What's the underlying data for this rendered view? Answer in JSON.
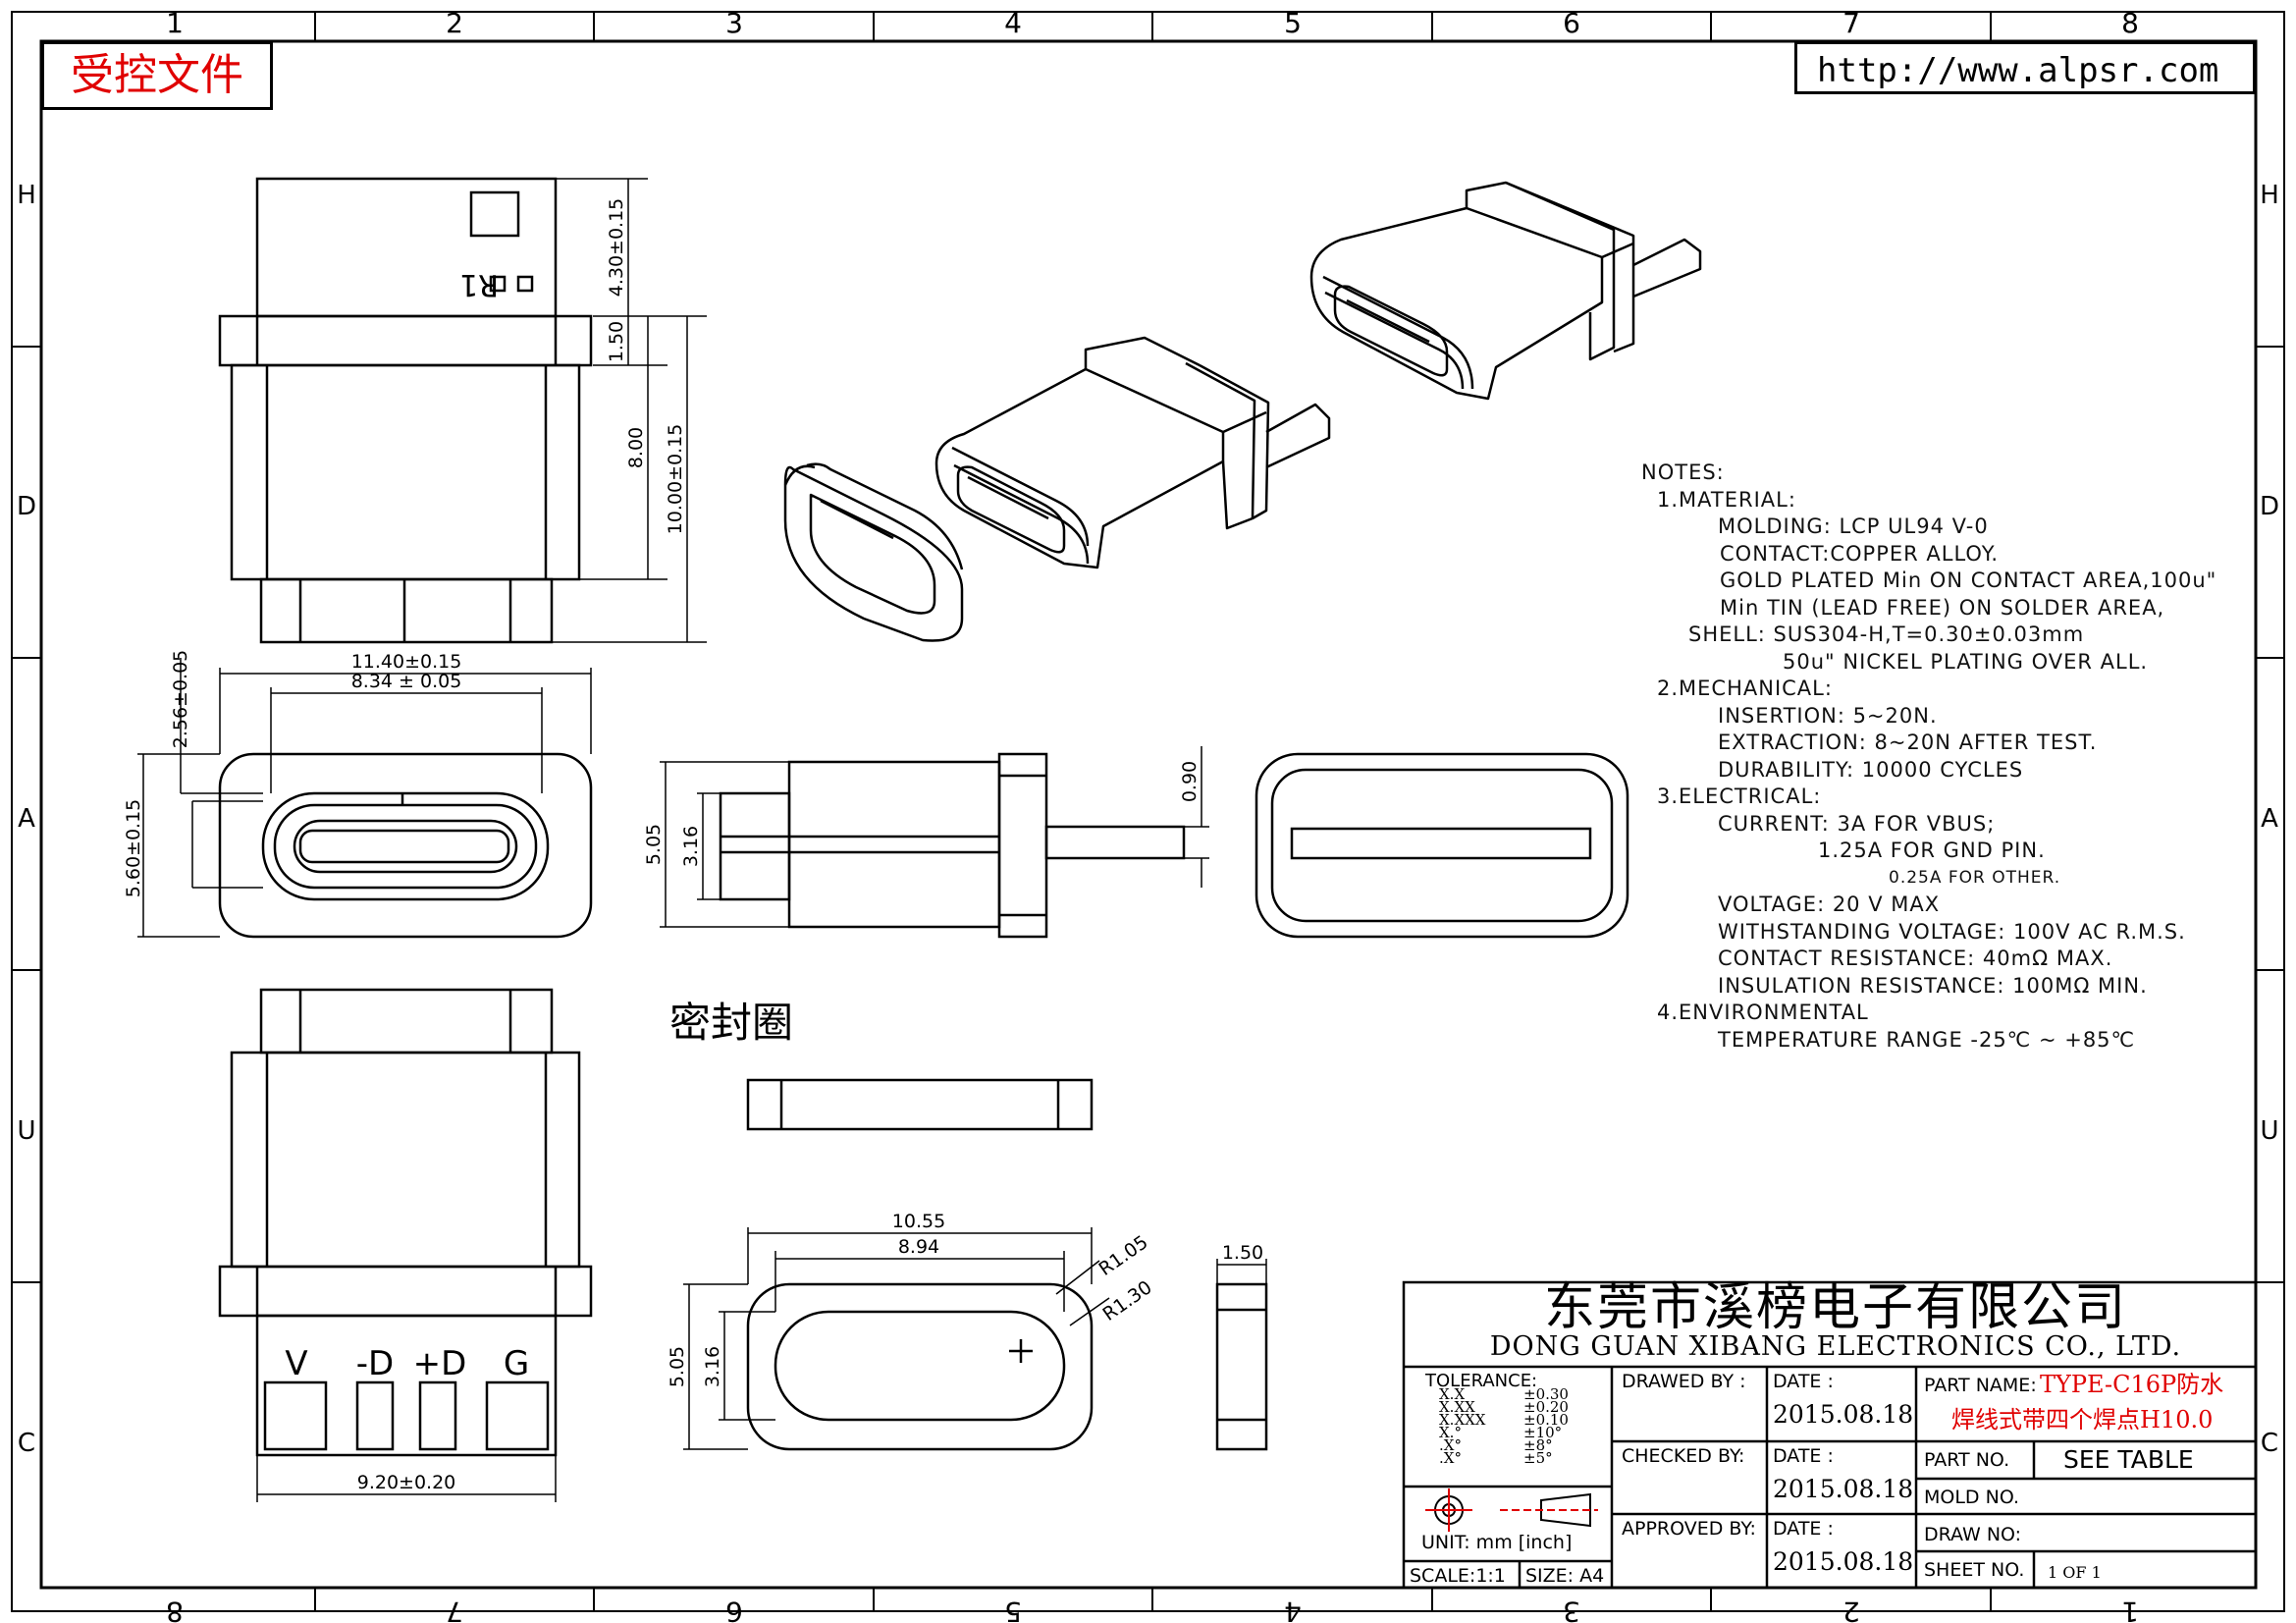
{
  "controlled_stamp": "受控文件",
  "url": "http://www.alpsr.com",
  "grid": {
    "columns": [
      "1",
      "2",
      "3",
      "4",
      "5",
      "6",
      "7",
      "8"
    ],
    "columns_bottom": [
      "8",
      "7",
      "6",
      "5",
      "4",
      "3",
      "2",
      "1"
    ],
    "rows": [
      "H",
      "D",
      "A",
      "U",
      "C"
    ]
  },
  "top_view": {
    "marking": "R1"
  },
  "dimensions": {
    "top_height": "4.30±0.15",
    "flange": "1.50",
    "body": "8.00",
    "overall": "10.00±0.15",
    "width_outer": "11.40±0.15",
    "width_inner": "8.34 ± 0.05",
    "offset": "2.56±0.05",
    "height_front": "5.60±0.15",
    "side_overall": "5.05",
    "side_inner": "3.16",
    "tail": "0.90",
    "pad_width": "9.20±0.20",
    "seal_outer": "10.55",
    "seal_inner": "8.94",
    "seal_r1": "R1.05",
    "seal_r2": "R1.30",
    "seal_height": "5.05",
    "seal_inner_h": "3.16",
    "seal_thickness": "1.50"
  },
  "pins": [
    "V",
    "-D",
    "+D",
    "G"
  ],
  "seal_label": "密封圈",
  "notes": [
    "NOTES:",
    "1.MATERIAL:",
    "MOLDING: LCP UL94 V-0",
    "CONTACT:COPPER ALLOY.",
    "GOLD PLATED Min ON CONTACT AREA,100u\"",
    "Min TIN (LEAD FREE) ON SOLDER AREA,",
    "SHELL: SUS304-H,T=0.30±0.03mm",
    "50u\" NICKEL PLATING OVER ALL.",
    "2.MECHANICAL:",
    "INSERTION: 5~20N.",
    "EXTRACTION: 8~20N AFTER TEST.",
    "DURABILITY: 10000 CYCLES",
    "3.ELECTRICAL:",
    "CURRENT: 3A FOR VBUS;",
    "1.25A FOR GND PIN.",
    "0.25A FOR OTHER.",
    "VOLTAGE: 20 V MAX",
    "WITHSTANDING VOLTAGE: 100V AC R.M.S.",
    "CONTACT RESISTANCE: 40mΩ MAX.",
    "INSULATION RESISTANCE: 100MΩ MIN.",
    "4.ENVIRONMENTAL",
    "TEMPERATURE RANGE -25℃ ~ +85℃"
  ],
  "title_block": {
    "company_cn": "东莞市溪榜电子有限公司",
    "company_en": "DONG GUAN XIBANG ELECTRONICS CO., LTD.",
    "tolerance_label": "TOLERANCE:",
    "tolerances": [
      {
        "fmt": "X.X",
        "val": "±0.30"
      },
      {
        "fmt": "X.XX",
        "val": "±0.20"
      },
      {
        "fmt": "X.XXX",
        "val": "±0.10"
      },
      {
        "fmt": "X.°",
        "val": "±10°"
      },
      {
        "fmt": ".X°",
        "val": "±8°"
      },
      {
        "fmt": ".X°",
        "val": "±5°"
      }
    ],
    "unit": "UNIT:  mm  [inch]",
    "scale": "SCALE:1:1",
    "size": "SIZE:  A4",
    "drawed_by": "DRAWED BY :",
    "checked_by": "CHECKED BY:",
    "approved_by": "APPROVED BY:",
    "date_label": "DATE :",
    "date_drawed": "2015.08.18",
    "date_checked": "2015.08.18",
    "date_approved": "2015.08.18",
    "part_name_label": "PART NAME:",
    "part_name_line1": "TYPE-C16P防水",
    "part_name_line2": "焊线式带四个焊点H10.0",
    "part_no_label": "PART NO.",
    "part_no": "SEE TABLE",
    "mold_no_label": "MOLD NO.",
    "draw_no_label": "DRAW NO:",
    "sheet_no_label": "SHEET NO.",
    "sheet_no": "1 OF 1"
  }
}
